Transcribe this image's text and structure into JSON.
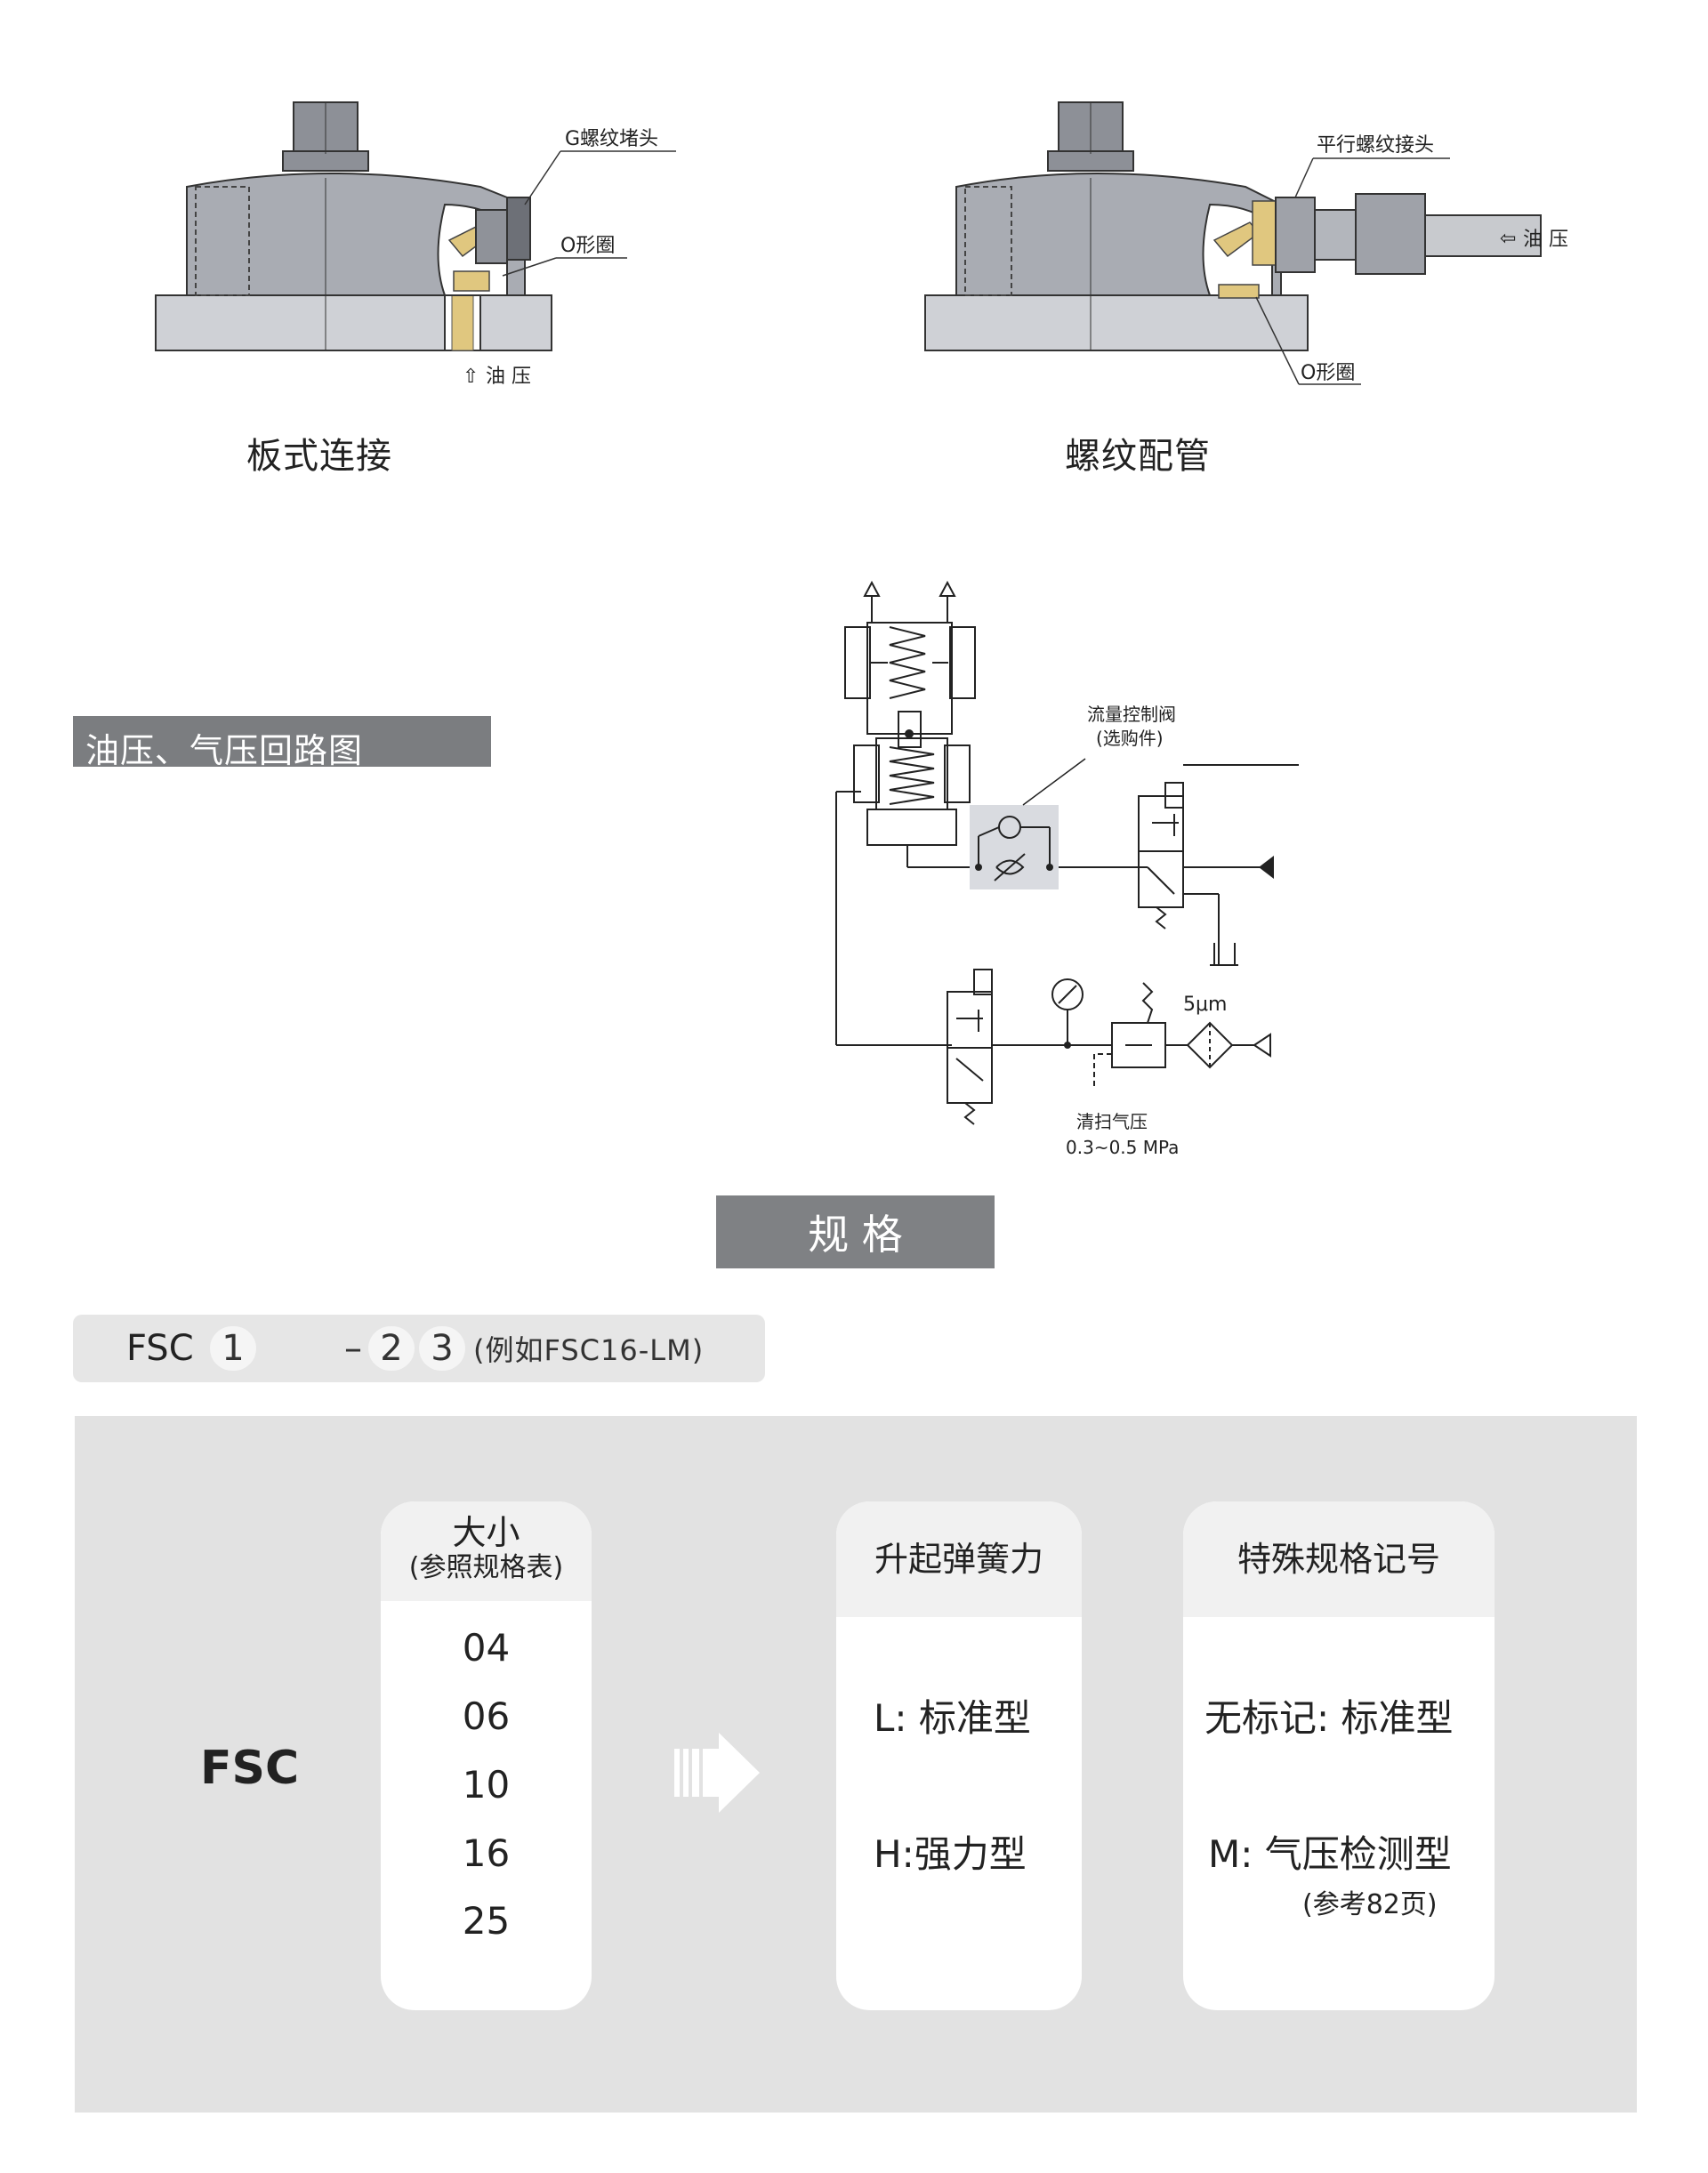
{
  "diagrams": {
    "plate": {
      "plug_label": "G螺纹堵头",
      "oring_label": "O形圈",
      "pressure_label": "油 压",
      "caption": "板式连接"
    },
    "threaded": {
      "fitting_label": "平行螺纹接头",
      "pressure_label": "油 压",
      "oring_label": "O形圈",
      "caption": "螺纹配管"
    }
  },
  "circuit": {
    "section_title": "油压、气压回路图",
    "flow_valve_label": "流量控制阀",
    "flow_valve_note": "(选购件)",
    "filter_label": "5μm",
    "purge_label": "清扫气压",
    "purge_range": "0.3~0.5 MPa"
  },
  "spec": {
    "title": "规  格",
    "code": {
      "prefix": "FSC",
      "p1": "1",
      "dash": "–",
      "p2": "2",
      "p3": "3",
      "example": "(例如FSC16-LM)"
    },
    "panel": {
      "label": "FSC",
      "size": {
        "header": "大小",
        "subheader": "(参照规格表)",
        "values": [
          "04",
          "06",
          "10",
          "16",
          "25"
        ]
      },
      "spring": {
        "header": "升起弹簧力",
        "values": [
          "L: 标准型",
          "H:强力型"
        ]
      },
      "special": {
        "header": "特殊规格记号",
        "values": [
          "无标记: 标准型",
          "M: 气压检测型"
        ],
        "note": "(参考82页)"
      }
    }
  }
}
